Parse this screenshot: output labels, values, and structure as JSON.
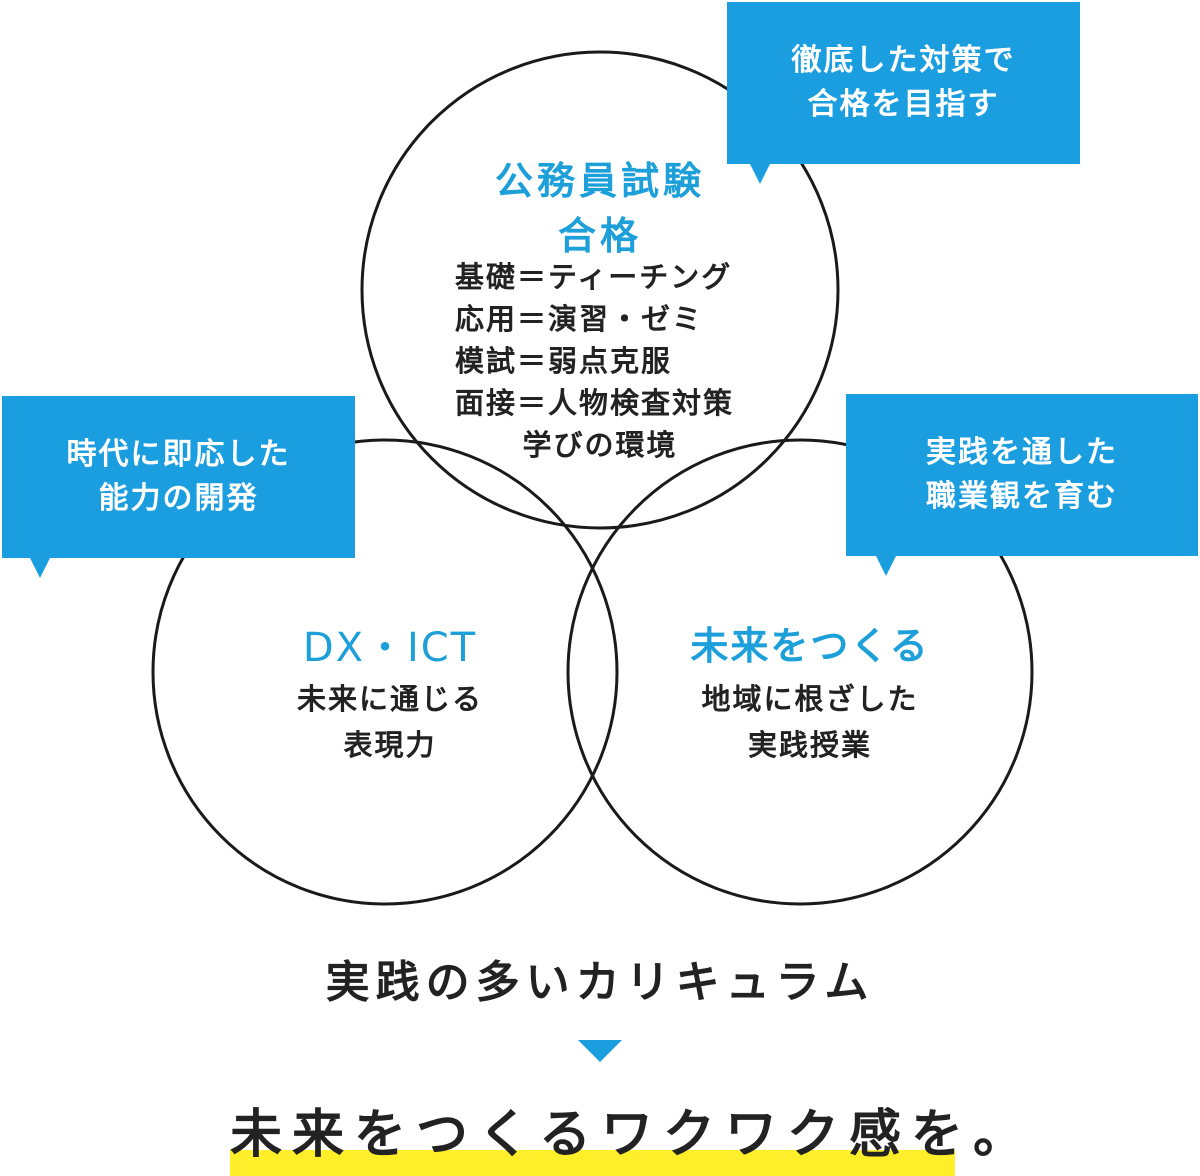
{
  "circles": {
    "top": {
      "title_line1": "公務員試験",
      "title_line2": "合格",
      "lines": [
        "基礎＝ティーチング",
        "応用＝演習・ゼミ",
        "模試＝弱点克服",
        "面接＝人物検査対策",
        "学びの環境"
      ]
    },
    "left": {
      "title": "DX・ICT",
      "lines": [
        "未来に通じる",
        "表現力"
      ]
    },
    "right": {
      "title": "未来をつくる",
      "lines": [
        "地域に根ざした",
        "実践授業"
      ]
    }
  },
  "bubbles": {
    "top_right": [
      "徹底した対策で",
      "合格を目指す"
    ],
    "left": [
      "時代に即応した",
      "能力の開発"
    ],
    "right": [
      "実践を通した",
      "職業観を育む"
    ]
  },
  "curriculum_label": "実践の多いカリキュラム",
  "slogan": "未来をつくるワクワク感を。",
  "colors": {
    "accent_blue": "#1b9ee0",
    "title_blue": "#1d9fda",
    "highlight_yellow": "#ffee2a",
    "text_dark": "#222222"
  }
}
